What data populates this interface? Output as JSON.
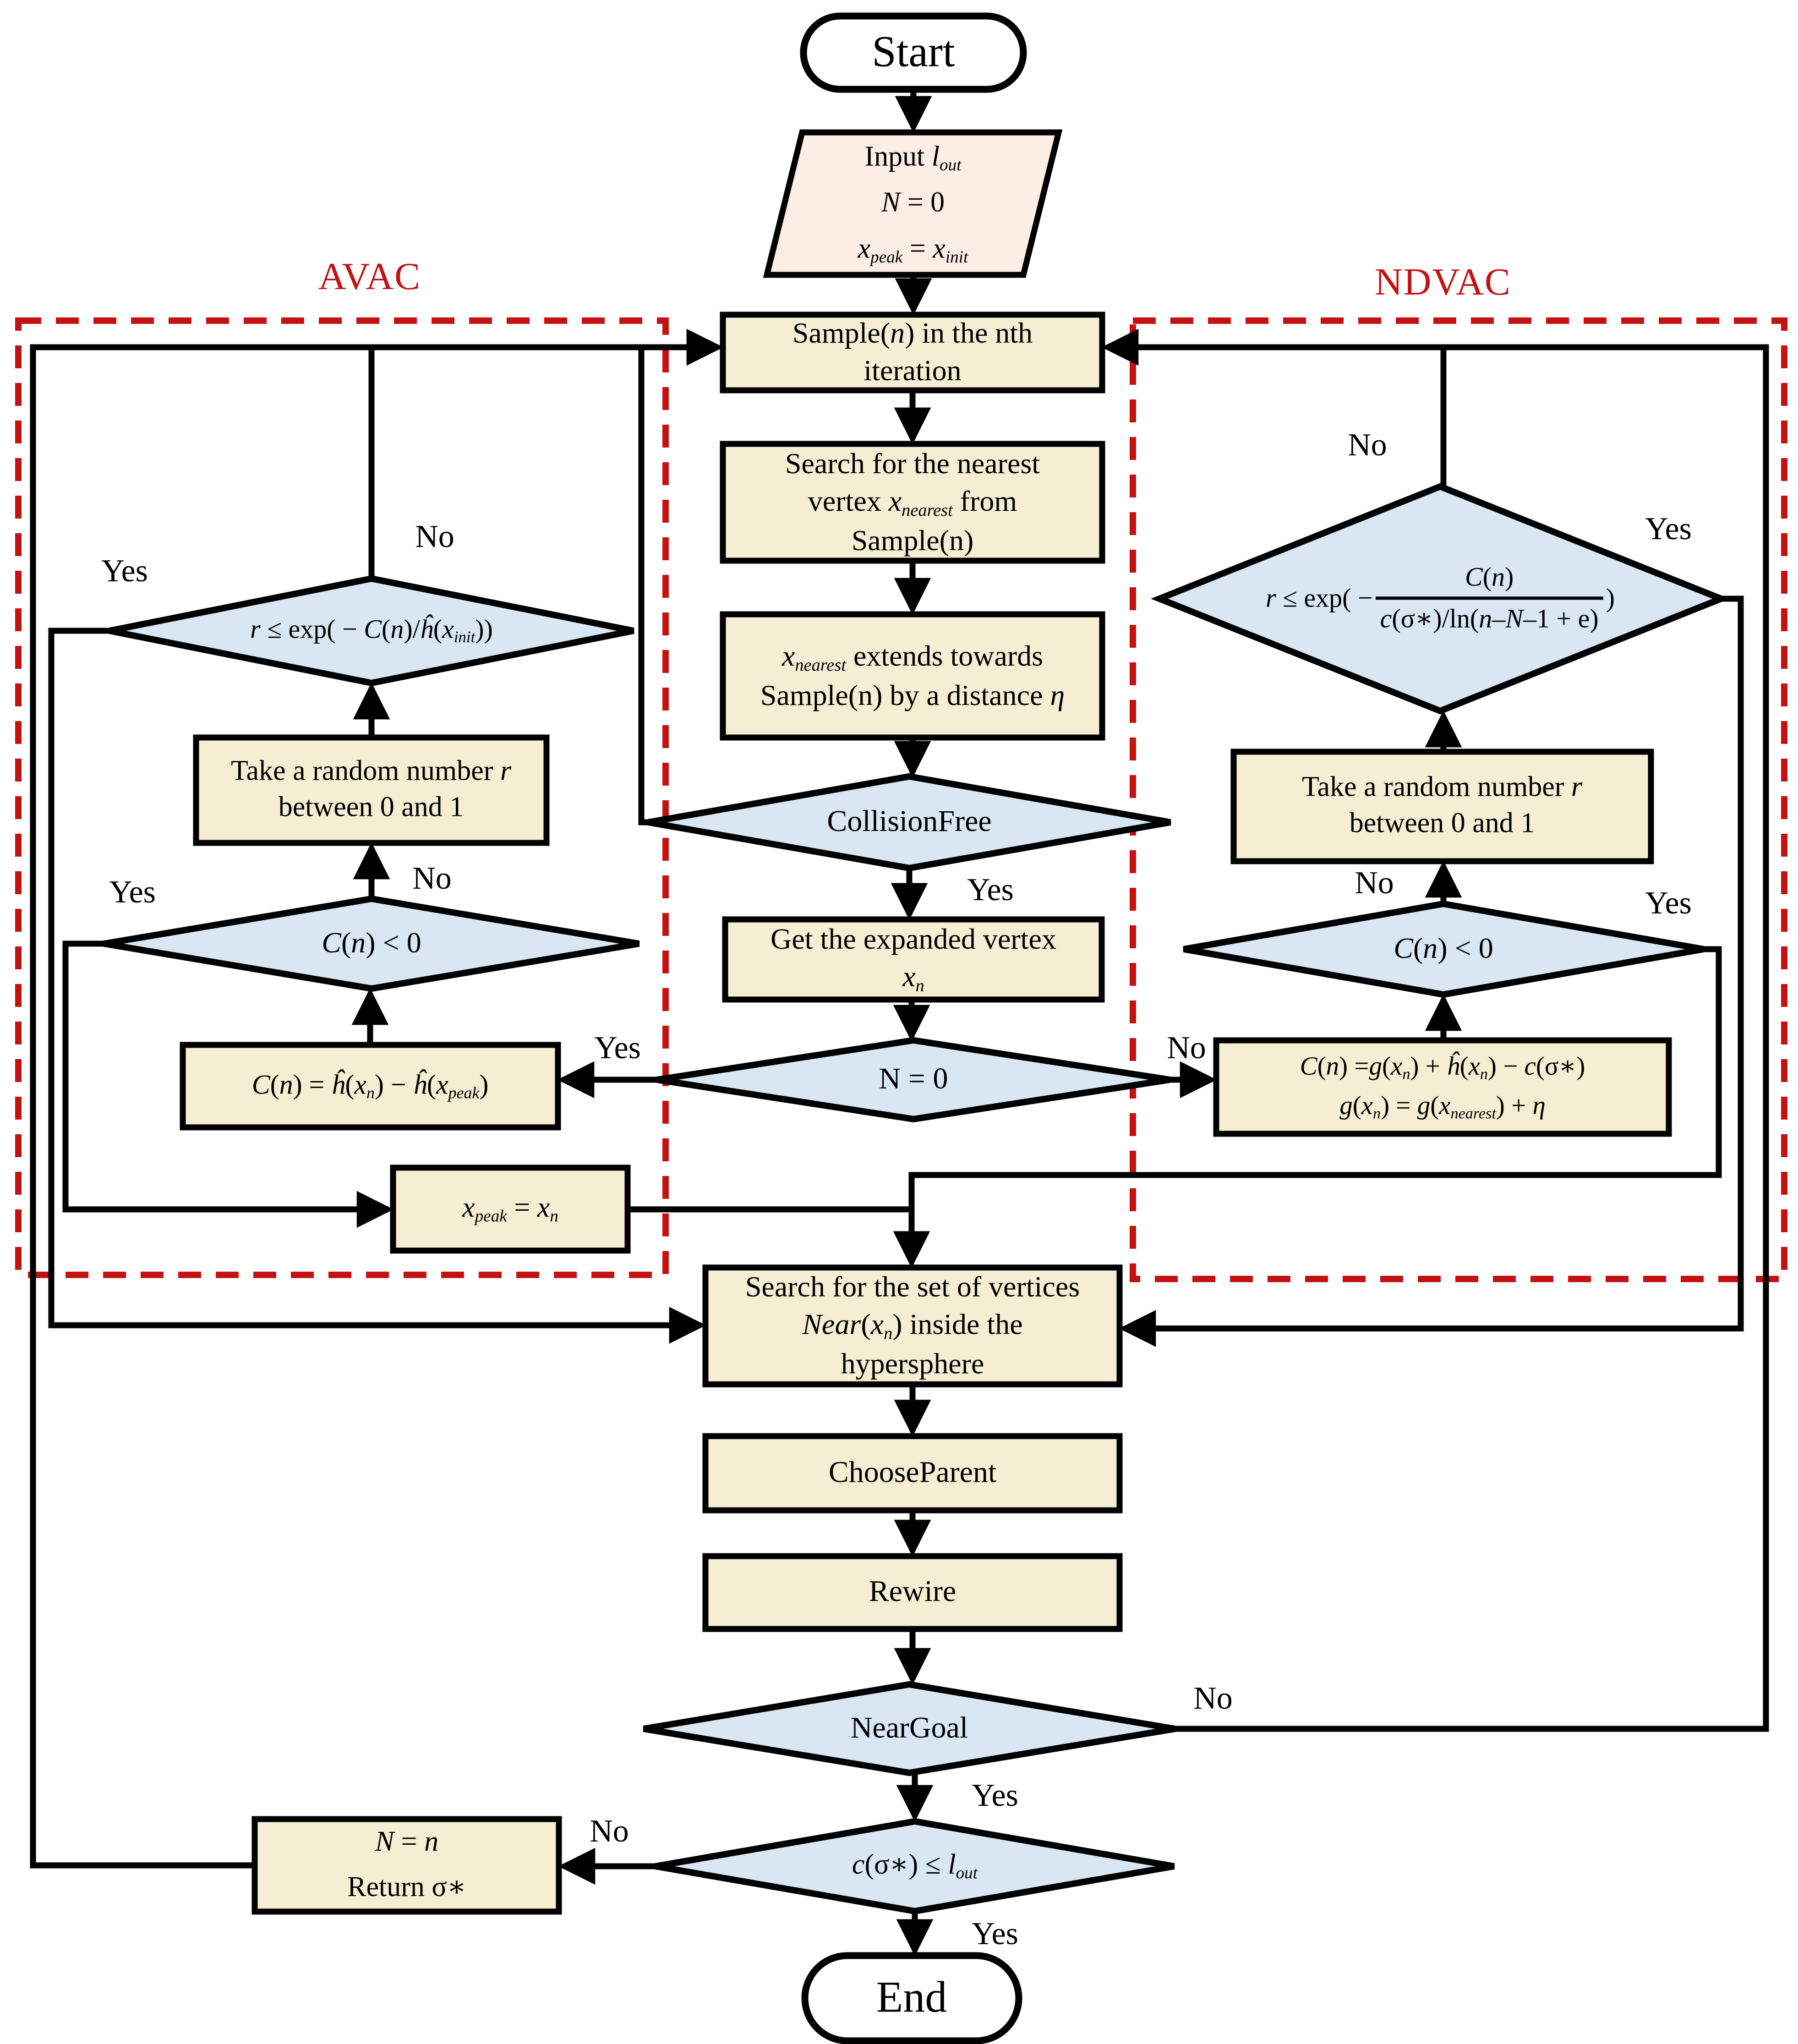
{
  "labels": {
    "avac": "AVAC",
    "ndvac": "NDVAC",
    "yes": "Yes",
    "no": "No"
  },
  "colors": {
    "process_fill": "#f6eed3",
    "decision_fill": "#d8e7f3",
    "io_fill": "#fceee4",
    "terminal_fill": "#ffffff",
    "region_border": "#c41111",
    "line": "#000000"
  },
  "nodes": {
    "start": "Start",
    "end": "End",
    "input_line1": [
      {
        "t": "Input "
      },
      {
        "t": "l",
        "s": "i"
      },
      {
        "t": "out",
        "s": "sub"
      }
    ],
    "input_line2": [
      {
        "t": "N",
        "s": "i"
      },
      {
        "t": " = 0"
      }
    ],
    "input_line3": [
      {
        "t": "x",
        "s": "i"
      },
      {
        "t": "peak",
        "s": "sub"
      },
      {
        "t": " = "
      },
      {
        "t": "x",
        "s": "i"
      },
      {
        "t": "init",
        "s": "sub"
      }
    ],
    "sample": [
      {
        "t": "Sample("
      },
      {
        "t": "n",
        "s": "i"
      },
      {
        "t": ") in the nth iteration"
      }
    ],
    "search_nearest": [
      {
        "t": "Search for the nearest vertex "
      },
      {
        "t": "x",
        "s": "i"
      },
      {
        "t": "nearest",
        "s": "sub"
      },
      {
        "t": " from Sample(n)"
      }
    ],
    "extend": [
      {
        "t": "x",
        "s": "i"
      },
      {
        "t": "nearest",
        "s": "sub"
      },
      {
        "t": " extends towards Sample(n) by a distance "
      },
      {
        "t": "η",
        "s": "i"
      }
    ],
    "collision_free": "CollisionFree",
    "get_expanded": [
      {
        "t": "Get the expanded vertex "
      },
      {
        "t": "x",
        "s": "i"
      },
      {
        "t": "n",
        "s": "sub"
      }
    ],
    "n_zero": [
      {
        "t": "N = 0"
      }
    ],
    "avac_decision": [
      {
        "t": "r",
        "s": "i"
      },
      {
        "t": " ≤ exp( − "
      },
      {
        "t": "C",
        "s": "i"
      },
      {
        "t": "("
      },
      {
        "t": "n",
        "s": "i"
      },
      {
        "t": ")/"
      },
      {
        "t": "ĥ",
        "s": "i"
      },
      {
        "t": "("
      },
      {
        "t": "x",
        "s": "i"
      },
      {
        "t": "init",
        "s": "sub"
      },
      {
        "t": "))"
      }
    ],
    "take_random_avac": [
      {
        "t": "Take a random number "
      },
      {
        "t": "r",
        "s": "i"
      },
      {
        "t": " between 0 and 1"
      }
    ],
    "c_lt_zero": [
      {
        "t": "C",
        "s": "i"
      },
      {
        "t": "("
      },
      {
        "t": "n",
        "s": "i"
      },
      {
        "t": ") < 0"
      }
    ],
    "avac_cost": [
      {
        "t": "C",
        "s": "i"
      },
      {
        "t": "("
      },
      {
        "t": "n",
        "s": "i"
      },
      {
        "t": ") = "
      },
      {
        "t": "ĥ",
        "s": "i"
      },
      {
        "t": "("
      },
      {
        "t": "x",
        "s": "i"
      },
      {
        "t": "n",
        "s": "sub"
      },
      {
        "t": ") − "
      },
      {
        "t": "ĥ",
        "s": "i"
      },
      {
        "t": "("
      },
      {
        "t": "x",
        "s": "i"
      },
      {
        "t": "peak",
        "s": "sub"
      },
      {
        "t": ")"
      }
    ],
    "x_peak_update": [
      {
        "t": "x",
        "s": "i"
      },
      {
        "t": "peak",
        "s": "sub"
      },
      {
        "t": " = "
      },
      {
        "t": "x",
        "s": "i"
      },
      {
        "t": "n",
        "s": "sub"
      }
    ],
    "ndvac_decision_prefix": [
      {
        "t": "r",
        "s": "i"
      },
      {
        "t": " ≤ exp( − "
      }
    ],
    "ndvac_decision_num": [
      {
        "t": "C",
        "s": "i"
      },
      {
        "t": "("
      },
      {
        "t": "n",
        "s": "i"
      },
      {
        "t": ")"
      }
    ],
    "ndvac_decision_den": [
      {
        "t": "c",
        "s": "i"
      },
      {
        "t": "(σ∗)/ln("
      },
      {
        "t": "n",
        "s": "i"
      },
      {
        "t": "–"
      },
      {
        "t": "N",
        "s": "i"
      },
      {
        "t": "–1 + e)"
      }
    ],
    "ndvac_decision_suffix": ")",
    "take_random_ndvac": [
      {
        "t": "Take a random number "
      },
      {
        "t": "r",
        "s": "i"
      },
      {
        "t": " between 0 and 1"
      }
    ],
    "ndvac_c_lt_zero": [
      {
        "t": "C",
        "s": "i"
      },
      {
        "t": "("
      },
      {
        "t": "n",
        "s": "i"
      },
      {
        "t": ") < 0"
      }
    ],
    "ndvac_cost_line1": [
      {
        "t": "C",
        "s": "i"
      },
      {
        "t": "("
      },
      {
        "t": "n",
        "s": "i"
      },
      {
        "t": ") ="
      },
      {
        "t": "g",
        "s": "i"
      },
      {
        "t": "("
      },
      {
        "t": "x",
        "s": "i"
      },
      {
        "t": "n",
        "s": "sub"
      },
      {
        "t": ") + "
      },
      {
        "t": "ĥ",
        "s": "i"
      },
      {
        "t": "("
      },
      {
        "t": "x",
        "s": "i"
      },
      {
        "t": "n",
        "s": "sub"
      },
      {
        "t": ") − "
      },
      {
        "t": "c",
        "s": "i"
      },
      {
        "t": "(σ∗)"
      }
    ],
    "ndvac_cost_line2": [
      {
        "t": "g",
        "s": "i"
      },
      {
        "t": "("
      },
      {
        "t": "x",
        "s": "i"
      },
      {
        "t": "n",
        "s": "sub"
      },
      {
        "t": ") = "
      },
      {
        "t": "g",
        "s": "i"
      },
      {
        "t": "("
      },
      {
        "t": "x",
        "s": "i"
      },
      {
        "t": "nearest",
        "s": "sub"
      },
      {
        "t": ") + "
      },
      {
        "t": "η",
        "s": "i"
      }
    ],
    "search_set": [
      {
        "t": "Search for the set of vertices "
      },
      {
        "t": "Near",
        "s": "i"
      },
      {
        "t": "("
      },
      {
        "t": "x",
        "s": "i"
      },
      {
        "t": "n",
        "s": "sub"
      },
      {
        "t": ") inside the hypersphere"
      }
    ],
    "choose_parent": "ChooseParent",
    "rewire": "Rewire",
    "near_goal": "NearGoal",
    "cost_check": [
      {
        "t": "c",
        "s": "i"
      },
      {
        "t": "(σ∗) ≤ "
      },
      {
        "t": "l",
        "s": "i"
      },
      {
        "t": "out",
        "s": "sub"
      }
    ],
    "return_line1": [
      {
        "t": "N",
        "s": "i"
      },
      {
        "t": " = "
      },
      {
        "t": "n",
        "s": "i"
      }
    ],
    "return_line2": [
      {
        "t": "Return σ∗"
      }
    ]
  }
}
